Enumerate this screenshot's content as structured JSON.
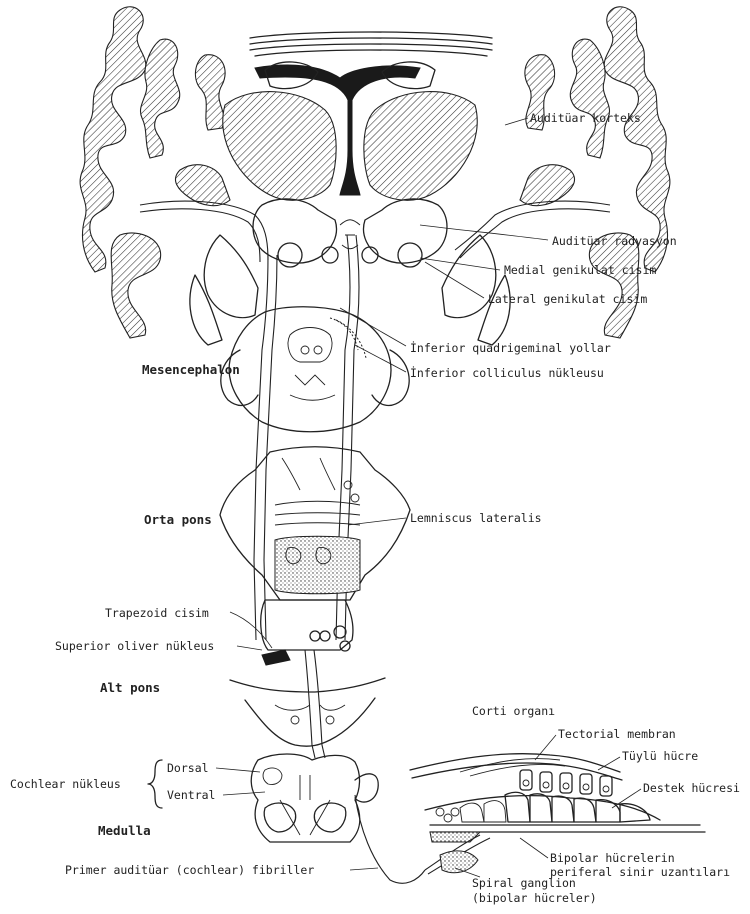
{
  "labels": {
    "auditory_cortex": "Auditüar korteks",
    "auditory_radiation": "Auditüar radyasyon",
    "medial_geniculate": "Medial genikulat cisim",
    "lateral_geniculate": "Lateral genikulat cisim",
    "inferior_quadrigeminal": "İnferior quadrigeminal yollar",
    "inferior_colliculus": "İnferior colliculus nükleusu",
    "mesencephalon": "Mesencephalon",
    "mid_pons": "Orta pons",
    "lemniscus_lateralis": "Lemniscus lateralis",
    "trapezoid_body": "Trapezoid cisim",
    "superior_olive": "Superior oliver nükleus",
    "lower_pons": "Alt pons",
    "organ_of_corti": "Corti organı",
    "tectorial_membrane": "Tectorial membran",
    "hair_cell": "Tüylü hücre",
    "supporting_cell": "Destek hücresi",
    "cochlear_nucleus": "Cochlear nükleus",
    "dorsal": "Dorsal",
    "ventral": "Ventral",
    "medulla": "Medulla",
    "bipolar_processes_line1": "Bipolar hücrelerin",
    "bipolar_processes_line2": "periferal sinir uzantıları",
    "primary_fibers": "Primer auditüar (cochlear) fibriller",
    "spiral_ganglion_line1": "Spiral ganglion",
    "spiral_ganglion_line2": "(bipolar hücreler)"
  }
}
